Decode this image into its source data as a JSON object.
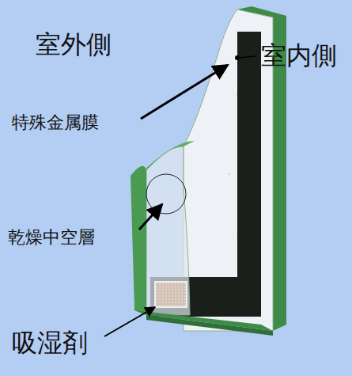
{
  "diagram": {
    "labels": [
      "室外側",
      "室内側",
      "特殊金属膜",
      "乾燥中空層",
      "吸湿剤"
    ]
  }
}
